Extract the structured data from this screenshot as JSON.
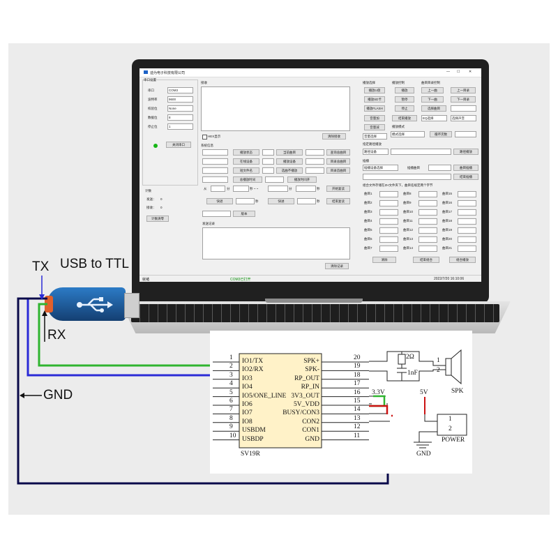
{
  "colors": {
    "tx_wire": "#2b2bd6",
    "rx_wire": "#2fb52f",
    "gnd_wire": "#0a0a4a",
    "power_wire": "#cc1111",
    "usb_body": "#1f5aa0",
    "chip_fill": "#fff2c8"
  },
  "labels": {
    "tx": "TX",
    "rx": "RX",
    "usb_to_ttl": "USB to TTL",
    "gnd": "GND"
  },
  "app": {
    "title": "迪为电子科技有限公司",
    "serial": {
      "title": "串口设置",
      "port_label": "串口",
      "port_value": "COM3",
      "baud_label": "波特率",
      "baud_value": "9600",
      "parity_label": "校验位",
      "parity_value": "None",
      "data_label": "数据位",
      "data_value": "8",
      "stop_label": "停止位",
      "stop_value": "1",
      "close_button": "关闭串口"
    },
    "receive": {
      "title": "接收",
      "hex_label": "HEX显示",
      "clear_button": "清除接收"
    },
    "sysinfo": {
      "title": "系统信息",
      "b1": "播放状态",
      "b2": "当前曲目",
      "b3": "查询总曲目",
      "b4": "在线设备",
      "b5": "播放设备",
      "b6": "目录总曲目",
      "b7": "短文件名",
      "b8": "选曲不播放",
      "b9": "目录首曲目",
      "b10": "总播放时间",
      "b11": "播放时间开",
      "from": "从",
      "min1": "分",
      "sec1": "秒 ~ ~",
      "min2": "分",
      "sec2": "秒",
      "b12": "开始复读",
      "rewind": "快退",
      "sec3": "秒",
      "forward": "快进",
      "sec4": "秒",
      "b13": "结束复读",
      "b14": "版本"
    },
    "sendlog": {
      "title": "发送记录",
      "clear_button": "清除记录"
    },
    "counter": {
      "title": "计数",
      "sent_label": "发送：",
      "sent_value": "0",
      "recv_label": "接收：",
      "recv_value": "0",
      "clear_button": "计数清零"
    },
    "play": {
      "title": "播放选择",
      "b1": "播放U盘",
      "b2": "播放SD卡",
      "b3": "播放FLASH",
      "vol_up": "音量加",
      "vol_down": "音量减",
      "vol_select": "音量选择"
    },
    "ctrl": {
      "title": "播放控制",
      "b1": "播放",
      "b2": "暂停",
      "b3": "停止",
      "eq": "EQ选择",
      "end": "结束播放",
      "mode_title": "播放模式",
      "mode_select": "模式选择",
      "loop": "循环次数"
    },
    "dir": {
      "title": "曲目目录控制",
      "prev": "上一曲",
      "next": "下一曲",
      "prev_dir": "上一目录",
      "next_dir": "下一目录",
      "select": "选择曲目",
      "choose_voice": "选择声音"
    },
    "path": {
      "title": "指定路径播放",
      "device": "路径设备",
      "button": "路径播放"
    },
    "insert": {
      "title": "插播",
      "device": "插播设备选择",
      "track": "插播曲目",
      "button": "曲目插播",
      "end": "结束插播"
    },
    "combo": {
      "title": "组合文件存储在ZH文件夹下，曲目名规定两个字节",
      "tracks": [
        "曲目1",
        "曲目2",
        "曲目3",
        "曲目4",
        "曲目5",
        "曲目6",
        "曲目7",
        "曲目8",
        "曲目9",
        "曲目10",
        "曲目11",
        "曲目12",
        "曲目13",
        "曲目14",
        "曲目15",
        "曲目16",
        "曲目17",
        "曲目18",
        "曲目19",
        "曲目20",
        "曲目21"
      ],
      "clear": "清除",
      "end": "结束组合",
      "play": "组合播放"
    },
    "status": {
      "left": "就绪",
      "middle": "COM3已打开",
      "right": "2022/7/20  16:10:06"
    }
  },
  "schematic": {
    "chip_name": "SV19R",
    "left_pins": [
      {
        "num": "1",
        "name": "IO1/TX"
      },
      {
        "num": "2",
        "name": "IO2/RX"
      },
      {
        "num": "3",
        "name": "IO3"
      },
      {
        "num": "4",
        "name": "IO4"
      },
      {
        "num": "5",
        "name": "IO5/ONE_LINE"
      },
      {
        "num": "6",
        "name": "IO6"
      },
      {
        "num": "7",
        "name": "IO7"
      },
      {
        "num": "8",
        "name": "IO8"
      },
      {
        "num": "9",
        "name": "USBDM"
      },
      {
        "num": "10",
        "name": "USBDP"
      }
    ],
    "right_pins": [
      {
        "num": "20",
        "name": "SPK+"
      },
      {
        "num": "19",
        "name": "SPK-"
      },
      {
        "num": "18",
        "name": "RP_OUT"
      },
      {
        "num": "17",
        "name": "RP_IN"
      },
      {
        "num": "16",
        "name": "3V3_OUT"
      },
      {
        "num": "15",
        "name": "5V_VDD"
      },
      {
        "num": "14",
        "name": "BUSY/CON3"
      },
      {
        "num": "13",
        "name": "CON2"
      },
      {
        "num": "12",
        "name": "CON1"
      },
      {
        "num": "11",
        "name": "GND"
      }
    ],
    "resistor": "2Ω",
    "capacitor": "1nF",
    "speaker": "SPK",
    "spk_pin1": "1",
    "spk_pin2": "2",
    "v33": "3.3V",
    "v5": "5V",
    "power": "POWER",
    "power_pin1": "1",
    "power_pin2": "2",
    "gnd": "GND"
  }
}
